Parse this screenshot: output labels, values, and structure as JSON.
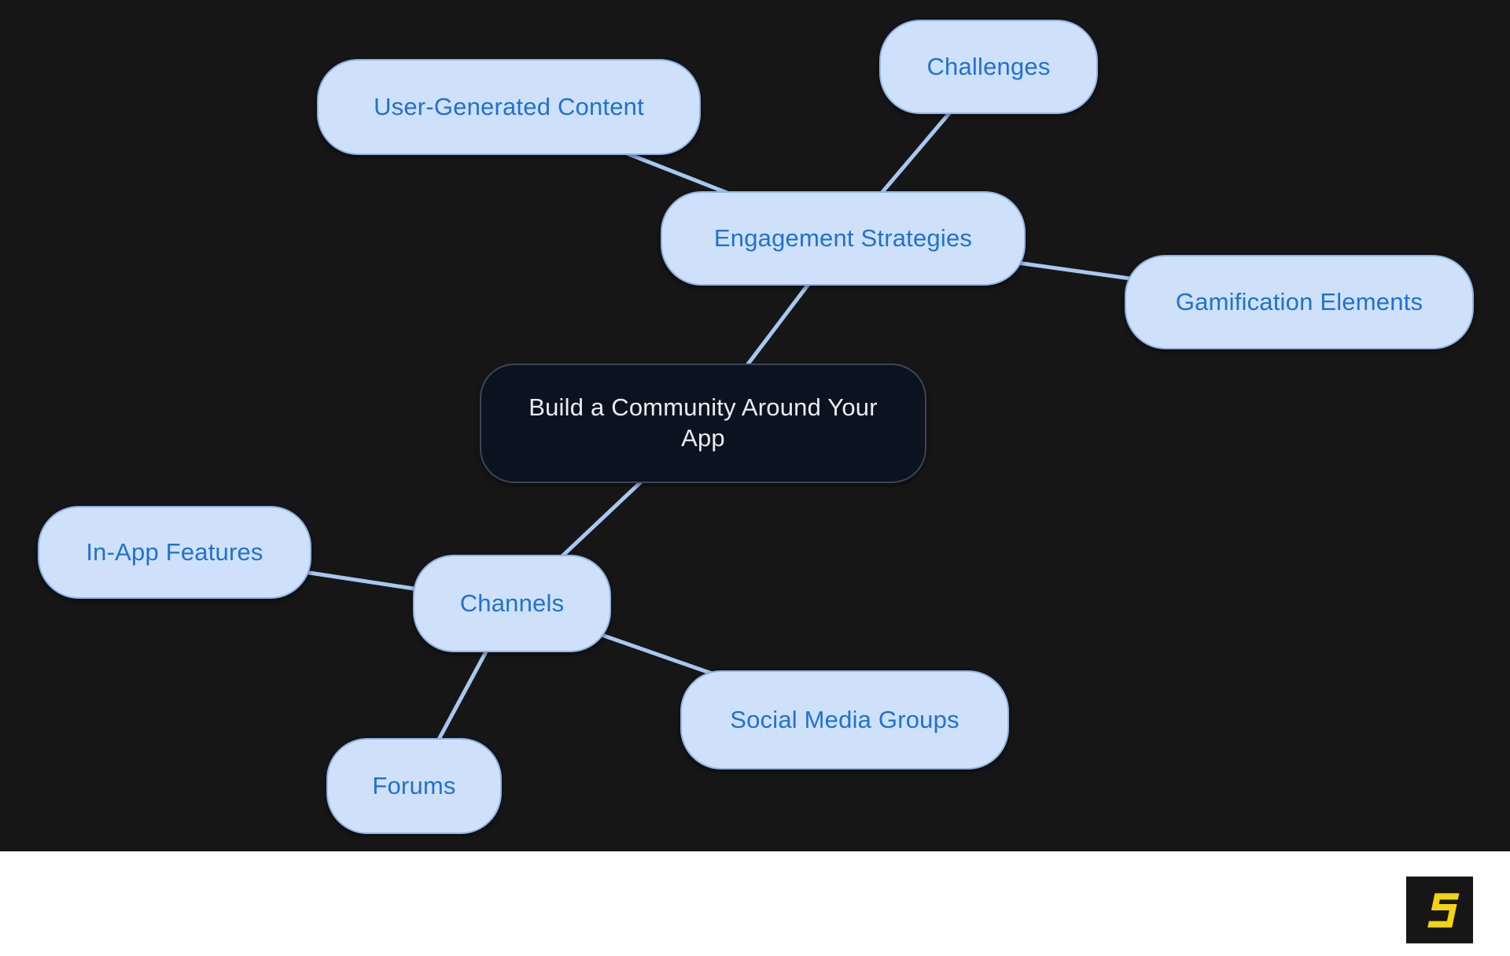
{
  "diagram": {
    "type": "mindmap",
    "background_color": "#161616",
    "edge_color": "#a6c8f1",
    "node_style": {
      "fill": "#cfe1fa",
      "border": "#8fb4e8",
      "text": "#2071d3"
    },
    "root_style": {
      "fill": "#0c1320",
      "border": "#3c4654",
      "text": "#e9edf2"
    },
    "nodes": [
      {
        "id": "root",
        "label": "Build a Community Around Your App",
        "level": "root"
      },
      {
        "id": "engagement-strategies",
        "label": "Engagement Strategies",
        "level": "branch"
      },
      {
        "id": "user-generated-content",
        "label": "User-Generated Content",
        "level": "leaf"
      },
      {
        "id": "challenges",
        "label": "Challenges",
        "level": "leaf"
      },
      {
        "id": "gamification-elements",
        "label": "Gamification Elements",
        "level": "leaf"
      },
      {
        "id": "channels",
        "label": "Channels",
        "level": "branch"
      },
      {
        "id": "in-app-features",
        "label": "In-App Features",
        "level": "leaf"
      },
      {
        "id": "social-media-groups",
        "label": "Social Media Groups",
        "level": "leaf"
      },
      {
        "id": "forums",
        "label": "Forums",
        "level": "leaf"
      }
    ],
    "edges": [
      {
        "from": "root",
        "to": "engagement-strategies"
      },
      {
        "from": "engagement-strategies",
        "to": "user-generated-content"
      },
      {
        "from": "engagement-strategies",
        "to": "challenges"
      },
      {
        "from": "engagement-strategies",
        "to": "gamification-elements"
      },
      {
        "from": "root",
        "to": "channels"
      },
      {
        "from": "channels",
        "to": "in-app-features"
      },
      {
        "from": "channels",
        "to": "social-media-groups"
      },
      {
        "from": "channels",
        "to": "forums"
      }
    ]
  },
  "footer": {
    "logo": {
      "name": "s-logo",
      "glyph": "S",
      "color": "#f2d412",
      "background": "#161616"
    }
  }
}
